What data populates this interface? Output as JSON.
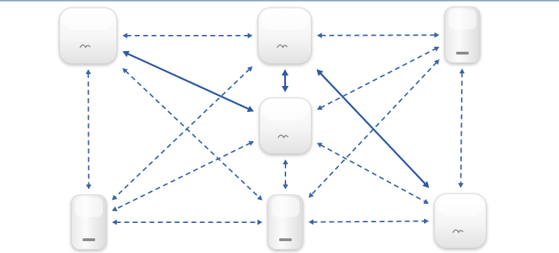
{
  "diagram": {
    "kind": "mesh-network",
    "style": {
      "background": "#ffffff",
      "top_rule": "#8ea9c8",
      "dashed_link": "#3a64a6",
      "solid_link": "#2f5aa3",
      "device_face": "#f3f3f3",
      "device_edge": "#d2d2d2",
      "device_logo": "#7b7b7b",
      "device_port": "#8a8a8a"
    },
    "nodes": [
      {
        "id": "top-left",
        "shape": "cube-front"
      },
      {
        "id": "top-center",
        "shape": "cube-front"
      },
      {
        "id": "top-right",
        "shape": "cube-side"
      },
      {
        "id": "center",
        "shape": "cube-front"
      },
      {
        "id": "bottom-left",
        "shape": "cube-side"
      },
      {
        "id": "bottom-center",
        "shape": "cube-side"
      },
      {
        "id": "bottom-right",
        "shape": "cube-front"
      }
    ],
    "links": [
      {
        "from": "top-left",
        "to": "top-center",
        "style": "dashed"
      },
      {
        "from": "top-center",
        "to": "top-right",
        "style": "dashed"
      },
      {
        "from": "top-left",
        "to": "bottom-left",
        "style": "dashed"
      },
      {
        "from": "top-right",
        "to": "bottom-right",
        "style": "dashed"
      },
      {
        "from": "bottom-left",
        "to": "bottom-center",
        "style": "dashed"
      },
      {
        "from": "bottom-center",
        "to": "bottom-right",
        "style": "dashed"
      },
      {
        "from": "top-left",
        "to": "center",
        "style": "solid"
      },
      {
        "from": "top-center",
        "to": "center",
        "style": "solid"
      },
      {
        "from": "top-center",
        "to": "bottom-right",
        "style": "solid"
      },
      {
        "from": "center",
        "to": "bottom-center",
        "style": "dashed"
      },
      {
        "from": "center",
        "to": "top-right",
        "style": "dashed"
      },
      {
        "from": "center",
        "to": "bottom-left",
        "style": "dashed"
      },
      {
        "from": "center",
        "to": "bottom-right",
        "style": "dashed"
      },
      {
        "from": "top-left",
        "to": "bottom-center",
        "style": "dashed"
      },
      {
        "from": "top-center",
        "to": "bottom-left",
        "style": "dashed"
      },
      {
        "from": "top-right",
        "to": "bottom-center",
        "style": "dashed"
      }
    ]
  }
}
